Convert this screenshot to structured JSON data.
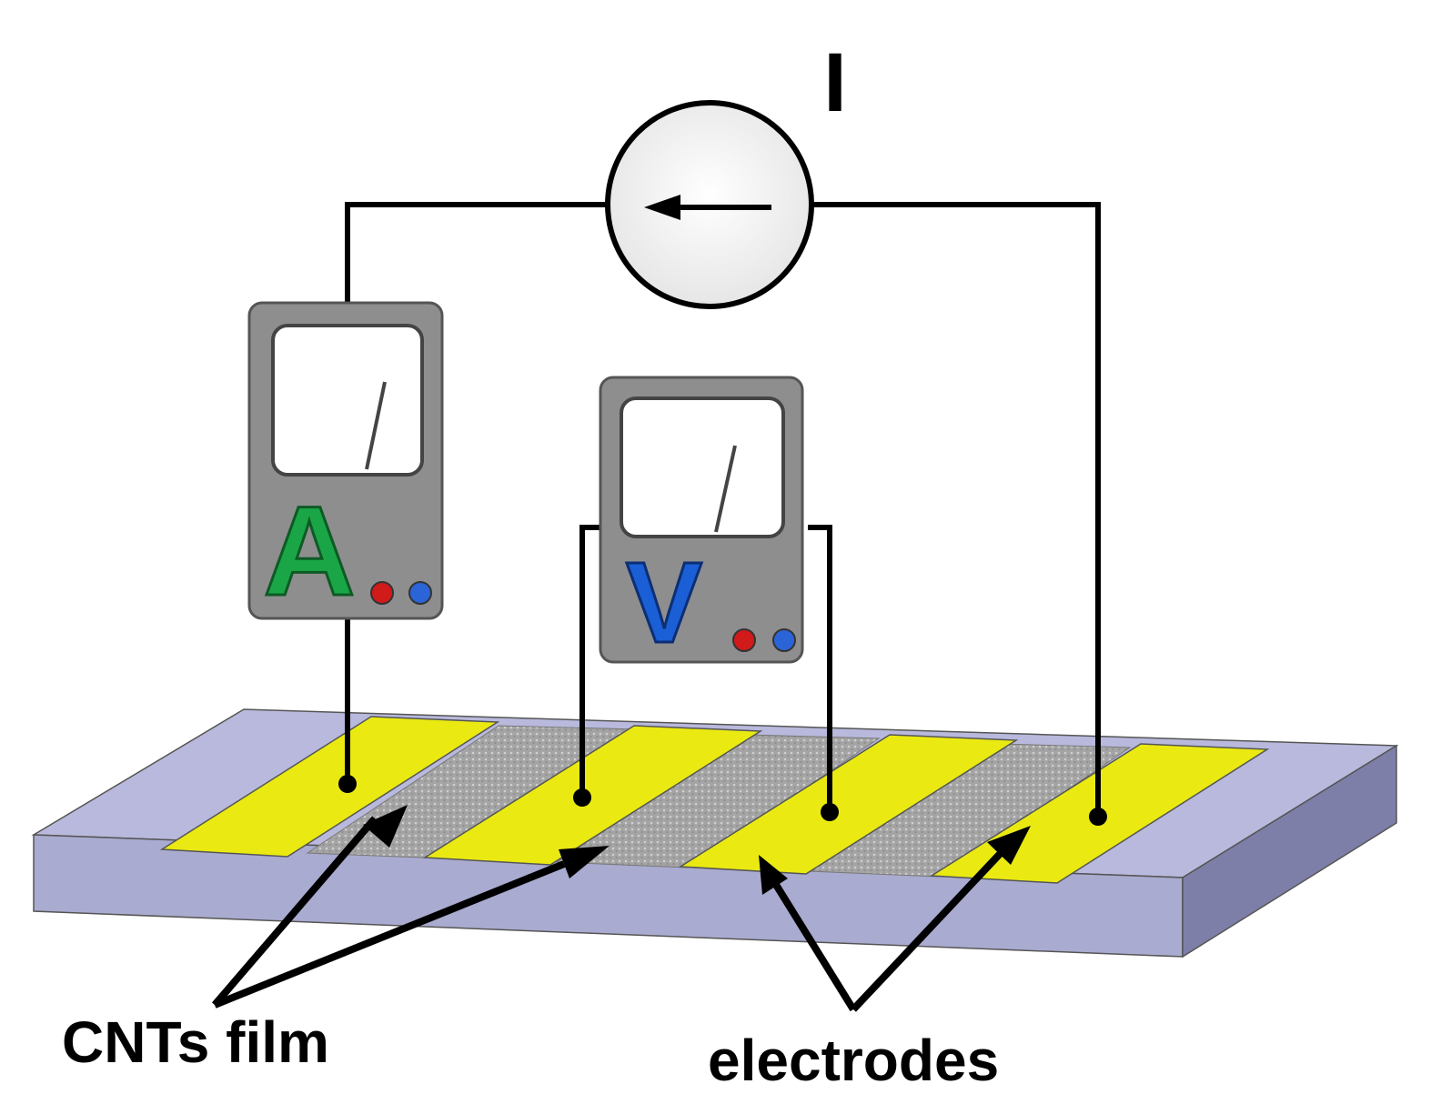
{
  "labels": {
    "current_symbol": "I",
    "ammeter_letter": "A",
    "voltmeter_letter": "V",
    "cnts_film": "CNTs film",
    "electrodes": "electrodes"
  },
  "colors": {
    "substrate_top": "#b8b9dc",
    "substrate_front": "#aaabd0",
    "substrate_side": "#7e7fa8",
    "electrode": "#eaea12",
    "film": "#a8a8a8",
    "meter_body": "#8e8e8e",
    "meter_face": "#ffffff",
    "ammeter_letter": "#1aa646",
    "voltmeter_letter": "#1a5fd6",
    "knob_red": "#d11a1a",
    "knob_blue": "#2a64d6",
    "wire": "#000000"
  },
  "icons": {
    "current_source": "current-source-arrow-left-icon",
    "ammeter": "ammeter-icon",
    "voltmeter": "voltmeter-icon"
  }
}
